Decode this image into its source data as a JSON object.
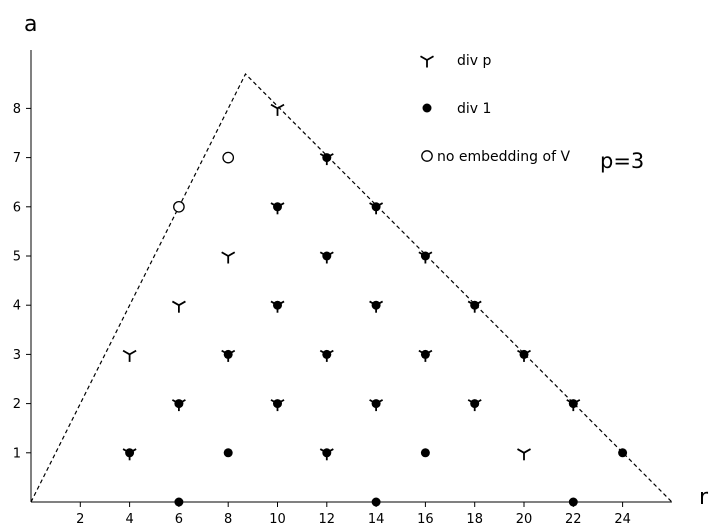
{
  "chart_data": {
    "type": "scatter",
    "xlabel": "r",
    "ylabel": "a",
    "xlim": [
      0,
      26
    ],
    "ylim": [
      0,
      9
    ],
    "x_ticks": [
      2,
      4,
      6,
      8,
      10,
      12,
      14,
      16,
      18,
      20,
      22,
      24
    ],
    "y_ticks": [
      1,
      2,
      3,
      4,
      5,
      6,
      7,
      8
    ],
    "grid": false,
    "legend_position": "top-right",
    "annotation": "p=3",
    "boundary": [
      [
        0,
        0
      ],
      [
        8.7,
        8.7
      ],
      [
        26,
        0
      ]
    ],
    "series": [
      {
        "name": "div p",
        "marker": "tri-down",
        "points": [
          [
            10,
            8
          ],
          [
            12,
            7
          ],
          [
            10,
            6
          ],
          [
            14,
            6
          ],
          [
            8,
            5
          ],
          [
            12,
            5
          ],
          [
            16,
            5
          ],
          [
            6,
            4
          ],
          [
            10,
            4
          ],
          [
            14,
            4
          ],
          [
            18,
            4
          ],
          [
            4,
            3
          ],
          [
            8,
            3
          ],
          [
            12,
            3
          ],
          [
            16,
            3
          ],
          [
            20,
            3
          ],
          [
            6,
            2
          ],
          [
            10,
            2
          ],
          [
            14,
            2
          ],
          [
            18,
            2
          ],
          [
            22,
            2
          ],
          [
            4,
            1
          ],
          [
            12,
            1
          ],
          [
            20,
            1
          ]
        ]
      },
      {
        "name": "div 1",
        "marker": "dot",
        "points": [
          [
            12,
            7
          ],
          [
            10,
            6
          ],
          [
            14,
            6
          ],
          [
            12,
            5
          ],
          [
            16,
            5
          ],
          [
            10,
            4
          ],
          [
            14,
            4
          ],
          [
            18,
            4
          ],
          [
            8,
            3
          ],
          [
            12,
            3
          ],
          [
            16,
            3
          ],
          [
            20,
            3
          ],
          [
            6,
            2
          ],
          [
            10,
            2
          ],
          [
            14,
            2
          ],
          [
            18,
            2
          ],
          [
            22,
            2
          ],
          [
            4,
            1
          ],
          [
            8,
            1
          ],
          [
            12,
            1
          ],
          [
            16,
            1
          ],
          [
            24,
            1
          ],
          [
            6,
            0
          ],
          [
            14,
            0
          ],
          [
            22,
            0
          ]
        ]
      },
      {
        "name": "no embedding of V",
        "marker": "circle-open",
        "points": [
          [
            8,
            7
          ],
          [
            6,
            6
          ]
        ]
      }
    ]
  }
}
